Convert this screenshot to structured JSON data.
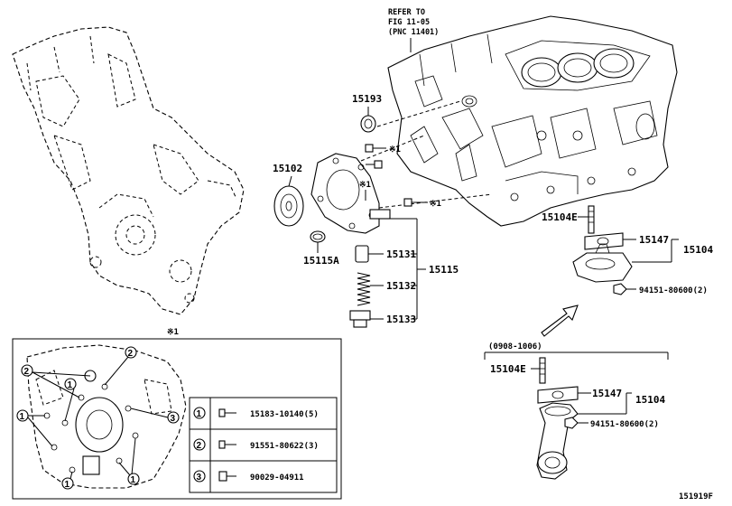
{
  "diagram": {
    "ref_note": [
      "REFER TO",
      "FIG 11-05",
      "(PNC 11401)"
    ],
    "labels": {
      "p15193": "15193",
      "p15102": "15102",
      "p15115A": "15115A",
      "p15131": "15131",
      "p15132": "15132",
      "p15133": "15133",
      "p15115": "15115",
      "p15104E_top": "15104E",
      "p15147_top": "15147",
      "p15104_top": "15104",
      "p94151_top": "94151-80600(2)",
      "p15104E_bot": "15104E",
      "p15147_bot": "15147",
      "p15104_bot": "15104",
      "p94151_bot": "94151-80600(2)",
      "date_range": "(0908-1006)",
      "star1_a": "※1",
      "star1_b": "※1",
      "star1_c": "※1",
      "star1_inset": "※1",
      "fig_id": "151919F"
    },
    "inset_legend": [
      {
        "num": "1",
        "part": "15183-10140(5)"
      },
      {
        "num": "2",
        "part": "91551-80622(3)"
      },
      {
        "num": "3",
        "part": "90029-04911"
      }
    ],
    "inset_callouts": [
      "2",
      "2",
      "1",
      "1",
      "3",
      "1",
      "1"
    ]
  }
}
